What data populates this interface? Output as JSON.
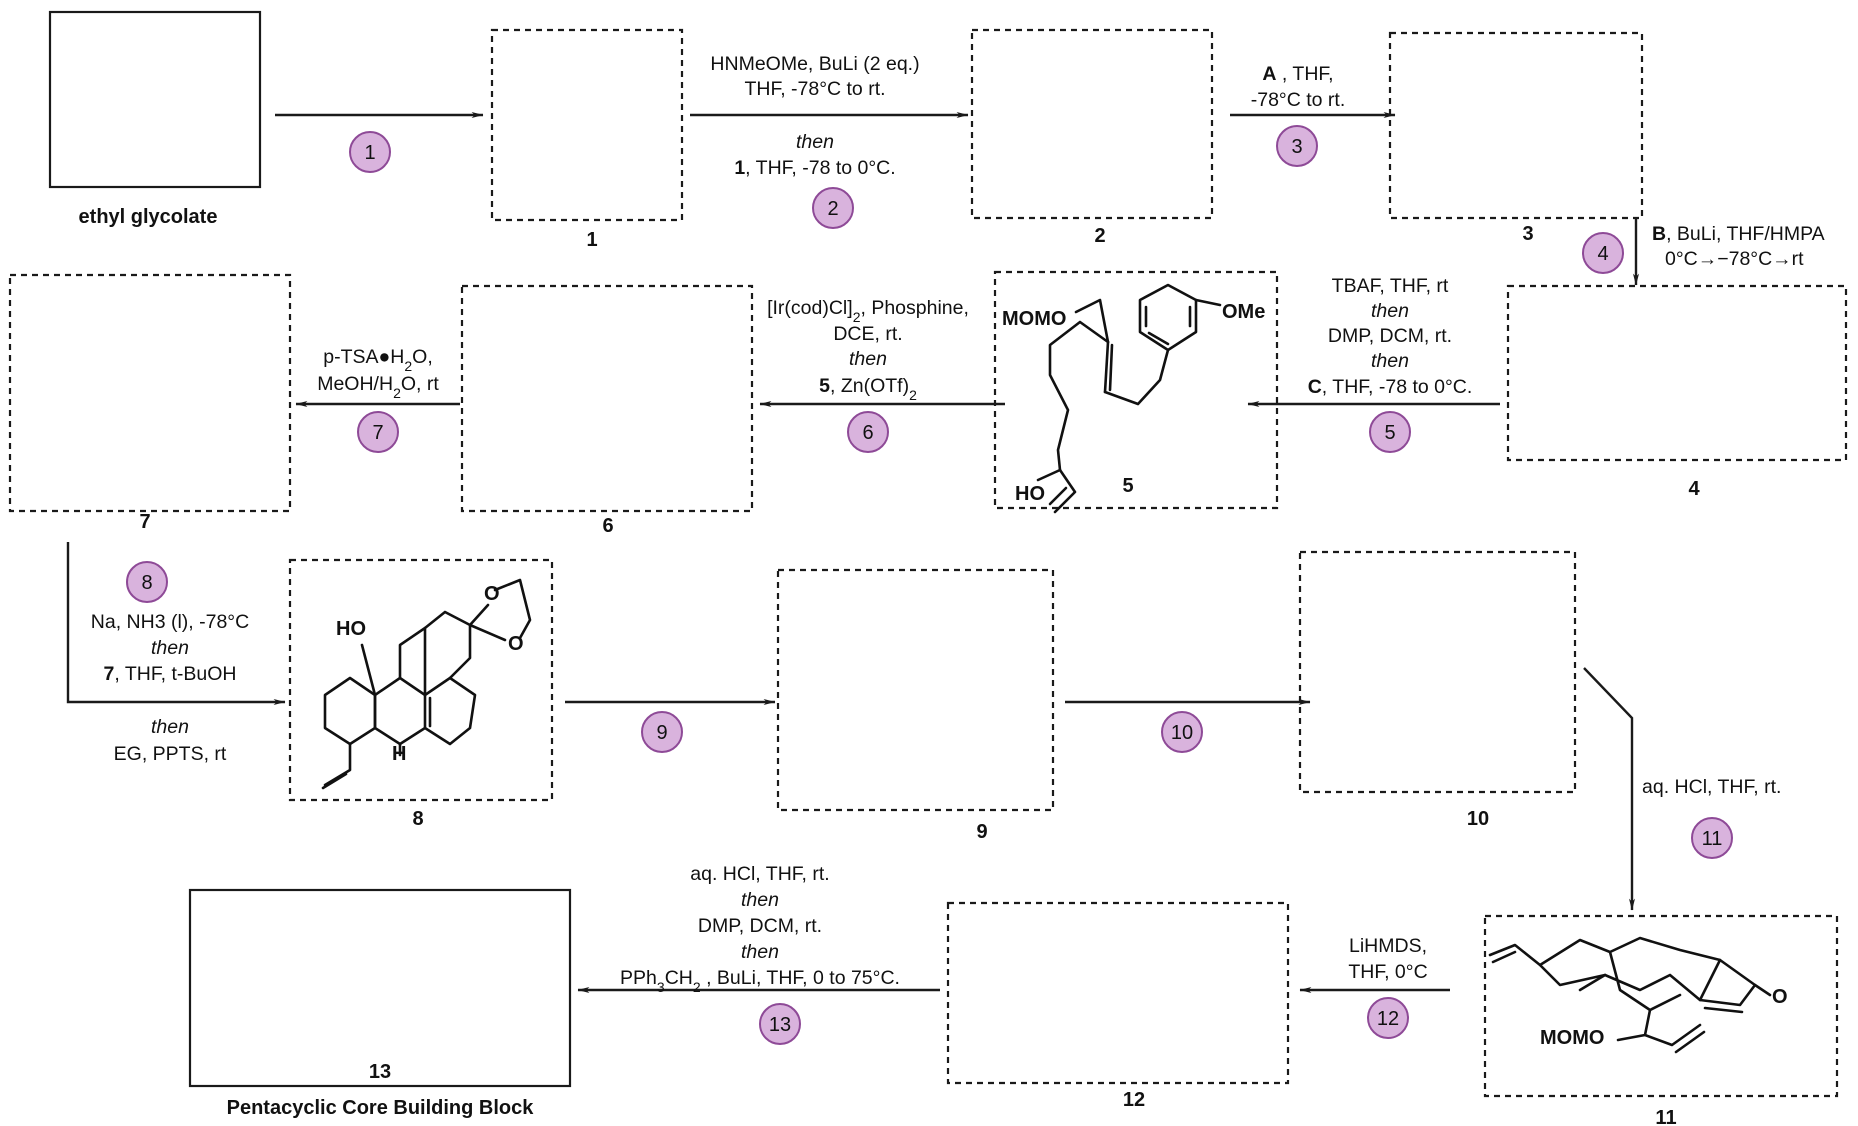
{
  "compounds": {
    "start": "ethyl glycolate",
    "c1": "1",
    "c2": "2",
    "c3": "3",
    "c4": "4",
    "c5": "5",
    "c6": "6",
    "c7": "7",
    "c8": "8",
    "c9": "9",
    "c10": "10",
    "c11": "11",
    "c12": "12",
    "c13": "13",
    "final": "Pentacyclic Core Building Block"
  },
  "steps": [
    "1",
    "2",
    "3",
    "4",
    "5",
    "6",
    "7",
    "8",
    "9",
    "10",
    "11",
    "12",
    "13"
  ],
  "conditions": {
    "s2_line1": "HNMeOMe, BuLi (2 eq.)",
    "s2_line2": "THF, -78°C to rt.",
    "s2_then": "then",
    "s2_line4_bold": "1",
    "s2_line4": ", THF, -78 to 0°C.",
    "s3_bold": "A",
    "s3_line1": " , THF,",
    "s3_line2": "-78°C to rt.",
    "s4_bold": "B",
    "s4_line1": ", BuLi, THF/HMPA",
    "s4_line2": "0°C→−78°C→rt",
    "s5_line1": "TBAF, THF, rt",
    "s5_then1": "then",
    "s5_line3": "DMP, DCM, rt.",
    "s5_then2": "then",
    "s5_bold": "C",
    "s5_line5": ", THF, -78 to 0°C.",
    "s6_line1a": "[Ir(cod)Cl]",
    "s6_sub": "2",
    "s6_line1b": ", Phosphine,",
    "s6_line2": "DCE, rt.",
    "s6_then": "then",
    "s6_bold": "5",
    "s6_line4a": ", Zn(OTf)",
    "s6_sub2": "2",
    "s7_line1a": "p-TSA●H",
    "s7_sub": "2",
    "s7_line1b": "O,",
    "s7_line2a": "MeOH/H",
    "s7_sub2": "2",
    "s7_line2b": "O, rt",
    "s8_line1": "Na, NH3 (l), -78°C",
    "s8_then1": "then",
    "s8_bold": "7",
    "s8_line3": ", THF, t-BuOH",
    "s8_then2": "then",
    "s8_line5": "EG, PPTS, rt",
    "s11_line1": "aq. HCl, THF, rt.",
    "s12_line1": "LiHMDS,",
    "s12_line2": "THF, 0°C",
    "s13_line1": "aq. HCl, THF, rt.",
    "s13_then1": "then",
    "s13_line3": "DMP, DCM, rt.",
    "s13_then2": "then",
    "s13_line5a": "PPh",
    "s13_sub": "3",
    "s13_line5b": "CH",
    "s13_sub2": "2",
    "s13_line5c": " , BuLi, THF, 0 to 75°C."
  },
  "atoms": {
    "momo": "MOMO",
    "ome": "OMe",
    "ho": "HO",
    "h": "H",
    "o": "O"
  }
}
